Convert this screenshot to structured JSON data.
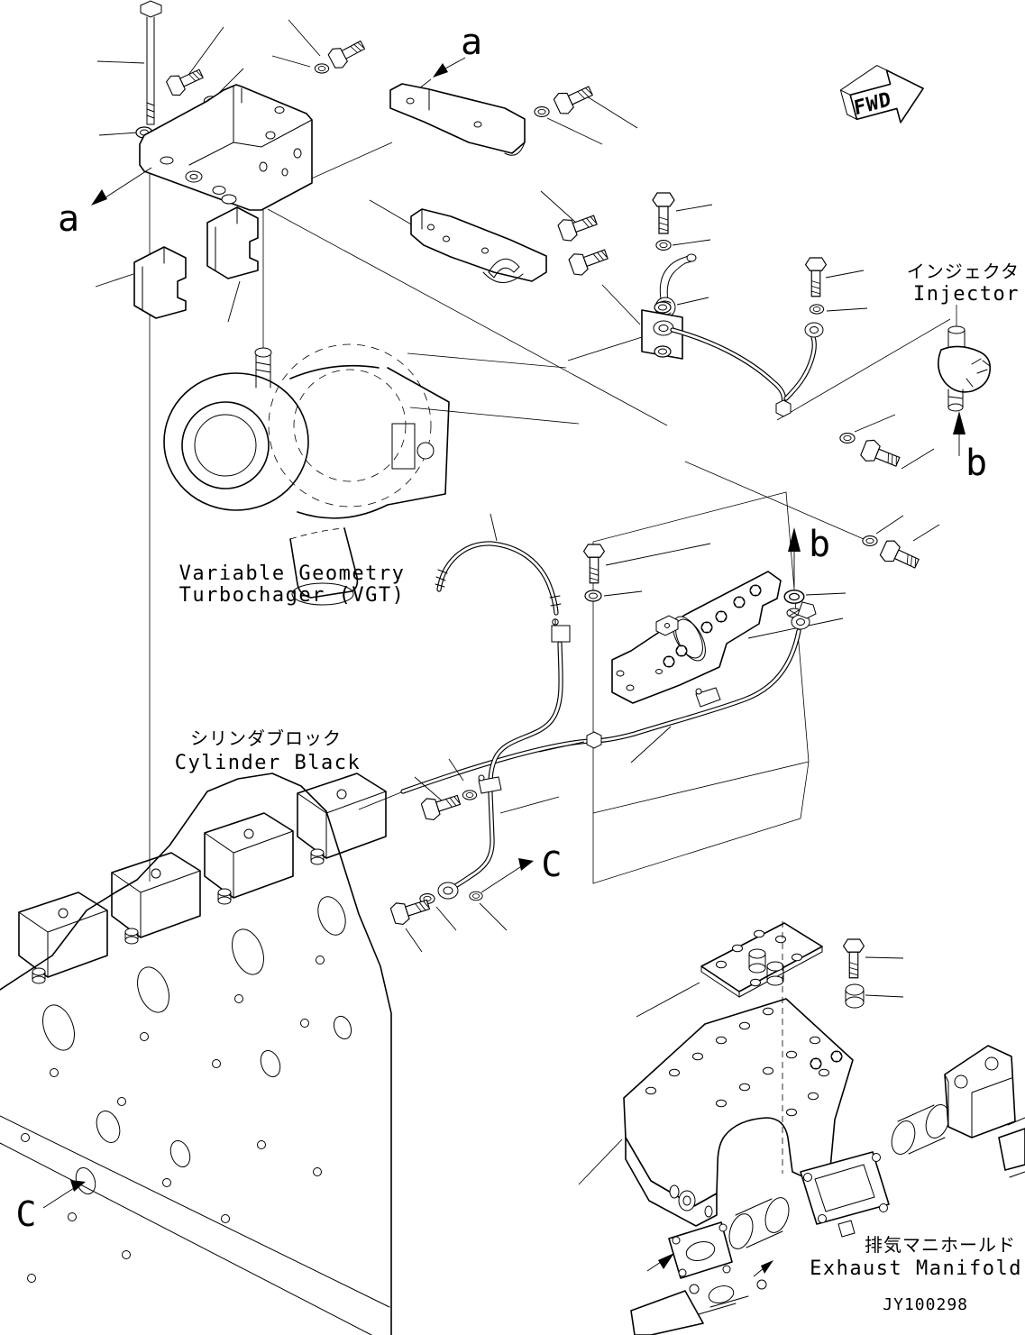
{
  "diagram": {
    "drawing_number": "JY100298",
    "fwd_marker": "FWD",
    "view_labels": {
      "a_top": "a",
      "a_left": "a",
      "b_injector": "b",
      "b_mid": "b",
      "c_mid": "C",
      "c_bottom": "C"
    },
    "labels": {
      "injector_ja": "インジェクタ",
      "injector_en": "Injector",
      "vgt_line1": "Variable Geometry",
      "vgt_line2": "Turbochager (VGT)",
      "cylinder_block_ja": "シリンダブロック",
      "cylinder_block_en": "Cylinder Black",
      "exhaust_manifold_ja": "排気マニホールド",
      "exhaust_manifold_en": "Exhaust Manifold"
    },
    "colors": {
      "line": "#000000",
      "background": "#ffffff"
    }
  }
}
